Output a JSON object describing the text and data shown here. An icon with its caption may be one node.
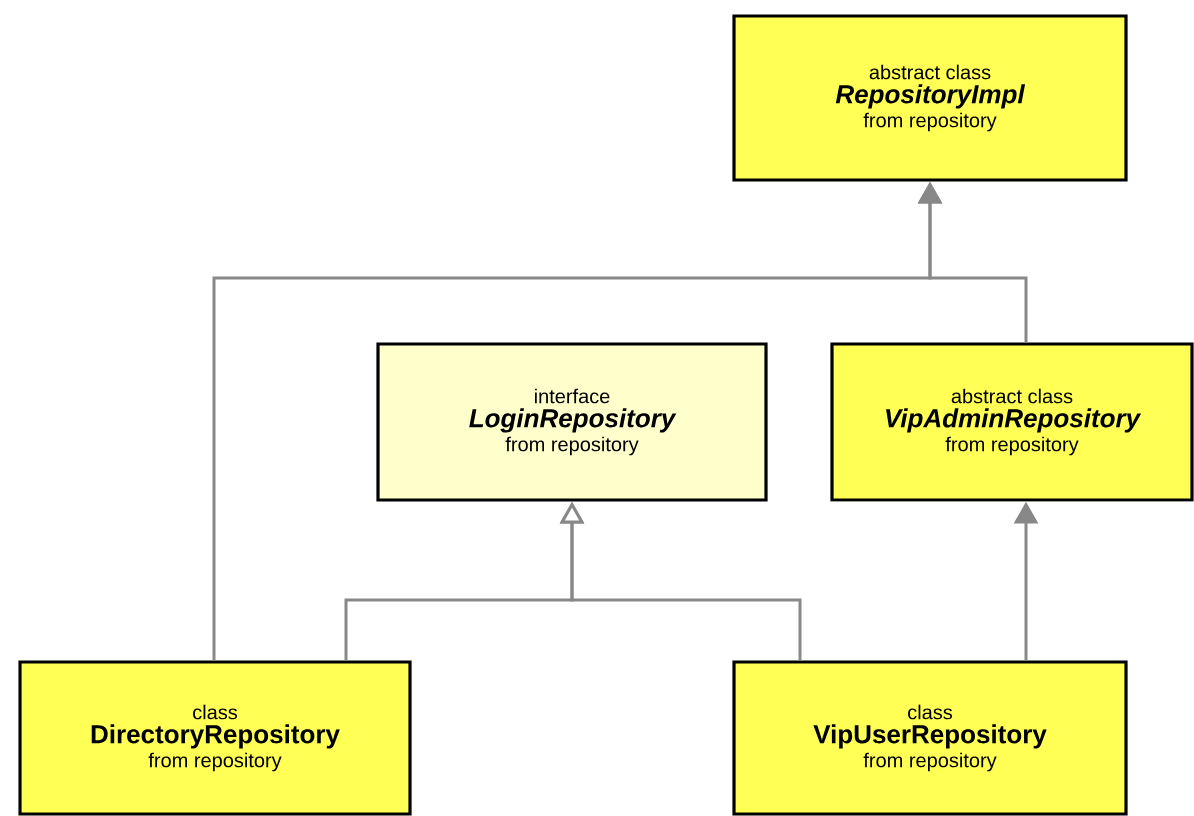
{
  "diagram": {
    "nodes": [
      {
        "text": [
          "abstract class",
          "RepositoryImpl",
          "from repository"
        ]
      },
      {
        "text": [
          "interface",
          "LoginRepository",
          "from repository"
        ]
      },
      {
        "text": [
          "abstract class",
          "VipAdminRepository",
          "from repository"
        ]
      },
      {
        "text": [
          "class",
          "DirectoryRepository",
          "from repository"
        ]
      },
      {
        "text": [
          "class",
          "VipUserRepository",
          "from repository"
        ]
      }
    ],
    "edges": [
      {
        "from": 3,
        "to": 0,
        "arrow": "to"
      },
      {
        "from": 2,
        "to": 0,
        "arrow": "to"
      },
      {
        "from": 3,
        "to": 1,
        "arrow": "to"
      },
      {
        "from": 4,
        "to": 1,
        "arrow": "to"
      },
      {
        "from": 4,
        "to": 2,
        "arrow": "to"
      }
    ]
  }
}
